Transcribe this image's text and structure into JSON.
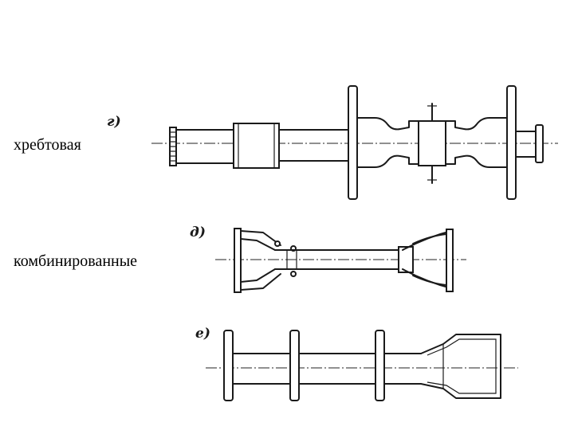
{
  "captions": {
    "spine": "хребтовая",
    "combined": "комбинированные"
  },
  "figure_marks": {
    "top": "г)",
    "middle": "д)",
    "bottom": "е)"
  }
}
